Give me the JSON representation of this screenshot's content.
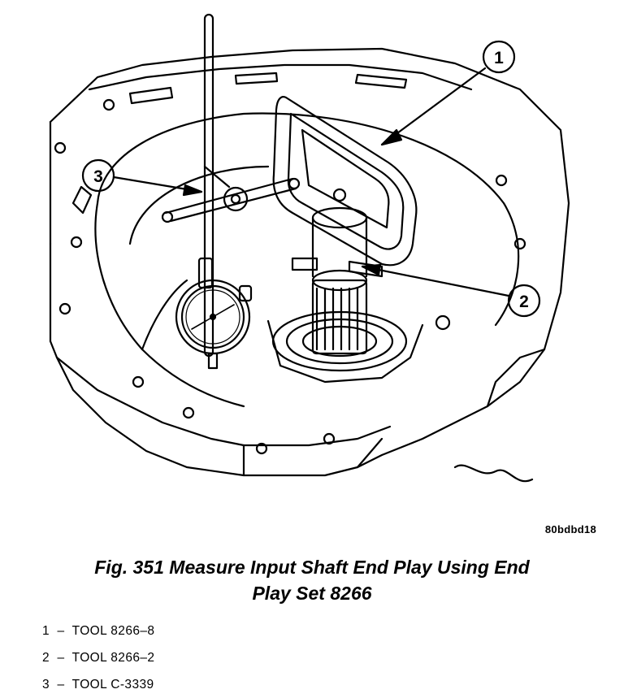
{
  "figure": {
    "image_code": "80bdbd18",
    "caption_line1": "Fig. 351 Measure Input Shaft End Play Using End",
    "caption_line2": "Play Set 8266",
    "callouts": [
      "1",
      "2",
      "3"
    ],
    "legend": [
      {
        "num": "1",
        "sep": "–",
        "text": "TOOL 8266–8"
      },
      {
        "num": "2",
        "sep": "–",
        "text": "TOOL 8266–2"
      },
      {
        "num": "3",
        "sep": "–",
        "text": "TOOL C-3339"
      }
    ]
  }
}
